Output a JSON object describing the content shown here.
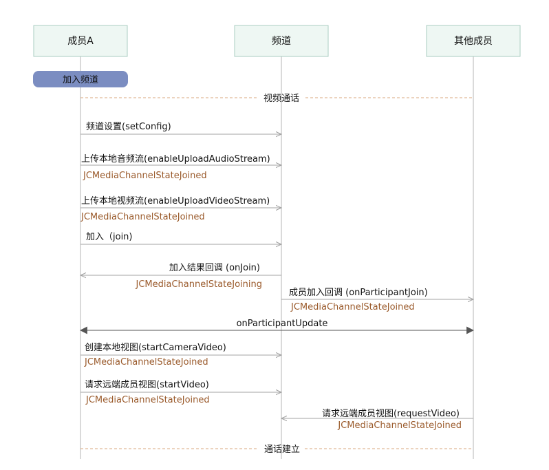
{
  "participants": {
    "a": "成员A",
    "channel": "频道",
    "others": "其他成员"
  },
  "activation": {
    "label": "加入频道"
  },
  "sections": {
    "video_call": "视频通话",
    "call_established": "通话建立"
  },
  "messages": [
    {
      "label": "频道设置(setConfig)",
      "state": ""
    },
    {
      "label": "上传本地音频流(enableUploadAudioStream)",
      "state": "JCMediaChannelStateJoined"
    },
    {
      "label": "上传本地视频流(enableUploadVideoStream)",
      "state": "JCMediaChannelStateJoined"
    },
    {
      "label": "加入（join)",
      "state": ""
    },
    {
      "label": "加入结果回调 (onJoin)",
      "state": "JCMediaChannelStateJoining"
    },
    {
      "label": "成员加入回调 (onParticipantJoin)",
      "state": "JCMediaChannelStateJoined"
    },
    {
      "label": "onParticipantUpdate",
      "state": ""
    },
    {
      "label": "创建本地视图(startCameraVideo)",
      "state": "JCMediaChannelStateJoined"
    },
    {
      "label": "请求远端成员视图(startVideo)",
      "state": "JCMediaChannelStateJoined"
    },
    {
      "label": "请求远端成员视图(requestVideo)",
      "state": "JCMediaChannelStateJoined"
    }
  ],
  "colors": {
    "participant_fill": "#eef7f3",
    "participant_border": "#a9ccc1",
    "activation_fill": "#7b8dc1",
    "lifeline": "#b6b6b6",
    "section_line": "#d9a77c",
    "arrow": "#a3a3a3",
    "state_text": "#9a5a2b"
  }
}
